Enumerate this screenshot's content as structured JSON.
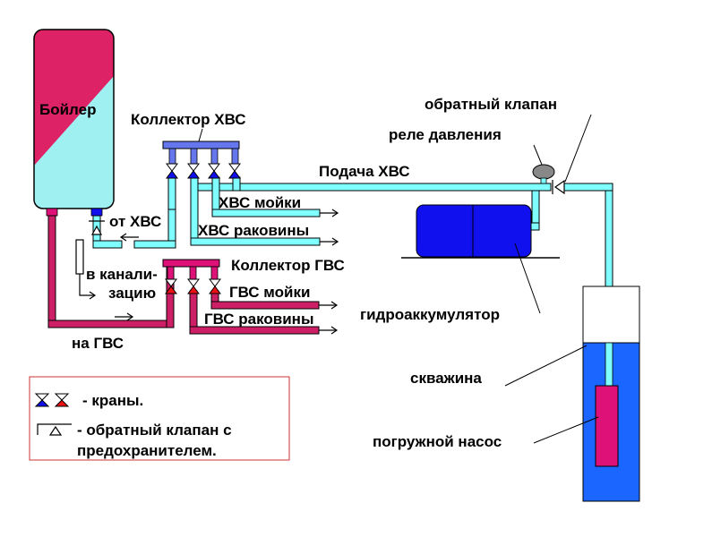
{
  "labels": {
    "boiler": "Бойлер",
    "collector_cold": "Коллектор ХВС",
    "collector_hot": "Коллектор ГВС",
    "cold_supply": "Подача ХВС",
    "check_valve": "обратный клапан",
    "pressure_switch": "реле давления",
    "cold_sink": "ХВС мойки",
    "cold_washbasin": "ХВС раковины",
    "from_cold": "от ХВС",
    "to_sewer_1": "в канали-",
    "to_sewer_2": "зацию",
    "hot_sink": "ГВС мойки",
    "hot_washbasin": "ГВС раковины",
    "to_hot": "на ГВС",
    "accumulator": "гидроаккумулятор",
    "well": "скважина",
    "pump": "погружной насос"
  },
  "legend": {
    "taps": "- краны.",
    "check_valve_1": "- обратный клапан с",
    "check_valve_2": "предохранителем."
  },
  "colors": {
    "cold_pipe": "#7fffff",
    "hot_pipe": "#cc1f66",
    "boiler_hot": "#dd2266",
    "boiler_cold": "#9ff0f0",
    "collector_cold": "#6677ee",
    "collector_hot": "#dd1177",
    "accumulator": "#1010ee",
    "well_water": "#1a66ff",
    "pump": "#dd1177",
    "pressure_switch": "#888888",
    "legend_border": "#cc3333"
  }
}
